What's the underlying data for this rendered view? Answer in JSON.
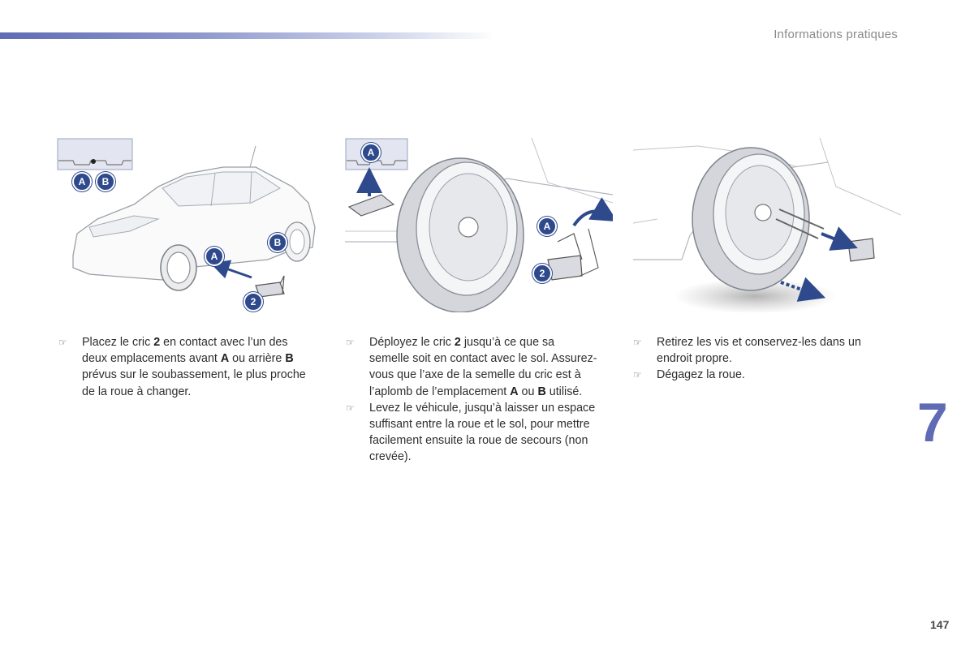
{
  "header": {
    "title": "Informations pratiques"
  },
  "chapter": {
    "number": "7"
  },
  "page": {
    "number": "147"
  },
  "colors": {
    "accent": "#5f6bb4",
    "badge": "#2f4a8c"
  },
  "icons": {
    "bullet": "pointing-hand-icon"
  },
  "labels": {
    "A": "A",
    "B": "B",
    "two": "2"
  },
  "columns": [
    {
      "steps": [
        {
          "parts": [
            {
              "t": "Placez le cric "
            },
            {
              "b": "2"
            },
            {
              "t": " en contact avec l’un des deux emplacements avant "
            },
            {
              "b": "A"
            },
            {
              "t": " ou arrière "
            },
            {
              "b": "B"
            },
            {
              "t": " prévus sur le soubassement, le plus proche de la roue à changer."
            }
          ]
        }
      ]
    },
    {
      "steps": [
        {
          "parts": [
            {
              "t": "Déployez le cric "
            },
            {
              "b": "2"
            },
            {
              "t": " jusqu’à ce que sa semelle soit en contact avec le sol. Assurez-vous que l’axe de la semelle du cric est à l’aplomb de l’emplacement "
            },
            {
              "b": "A"
            },
            {
              "t": " ou "
            },
            {
              "b": "B"
            },
            {
              "t": " utilisé."
            }
          ]
        },
        {
          "parts": [
            {
              "t": "Levez le véhicule, jusqu’à laisser un espace suffisant entre la roue et le sol, pour mettre facilement ensuite la roue de secours (non crevée)."
            }
          ]
        }
      ]
    },
    {
      "steps": [
        {
          "parts": [
            {
              "t": "Retirez les vis et conservez-les dans un endroit propre."
            }
          ]
        },
        {
          "parts": [
            {
              "t": "Dégagez la roue."
            }
          ]
        }
      ]
    }
  ]
}
